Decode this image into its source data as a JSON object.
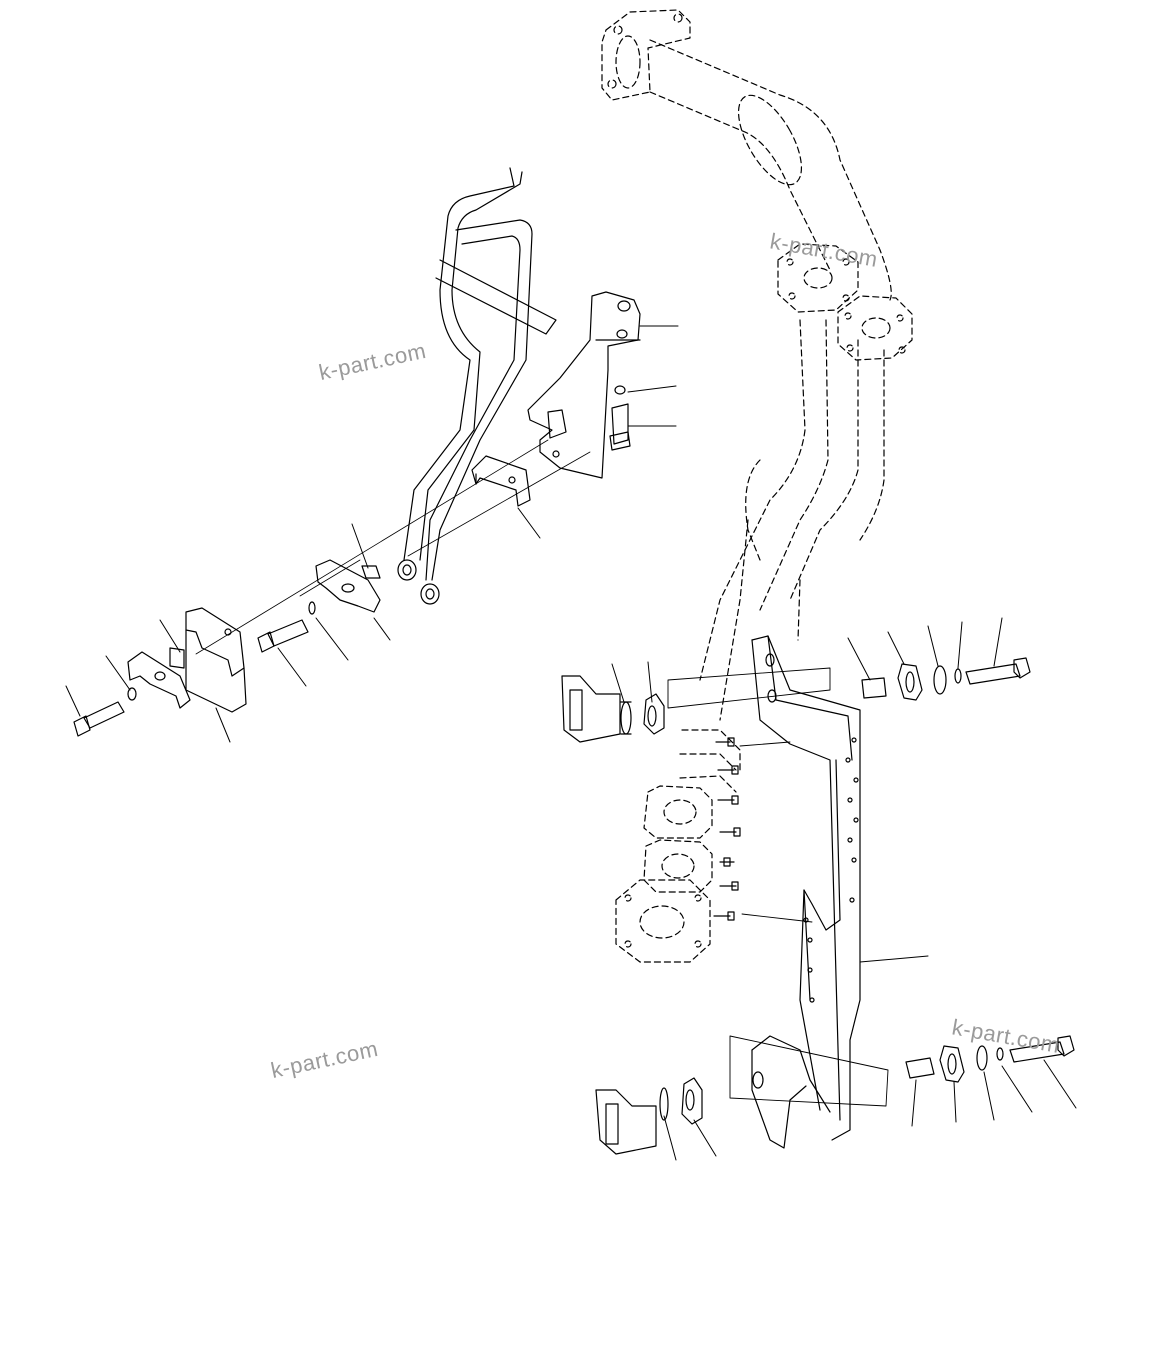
{
  "watermark": {
    "text_1": "k-part.com",
    "text_2": "k-part.com",
    "text_3": "k-part.com",
    "text_4": "k-part.com",
    "color": "#9a9a9a"
  },
  "colors": {
    "line": "#000000",
    "background": "#ffffff"
  }
}
